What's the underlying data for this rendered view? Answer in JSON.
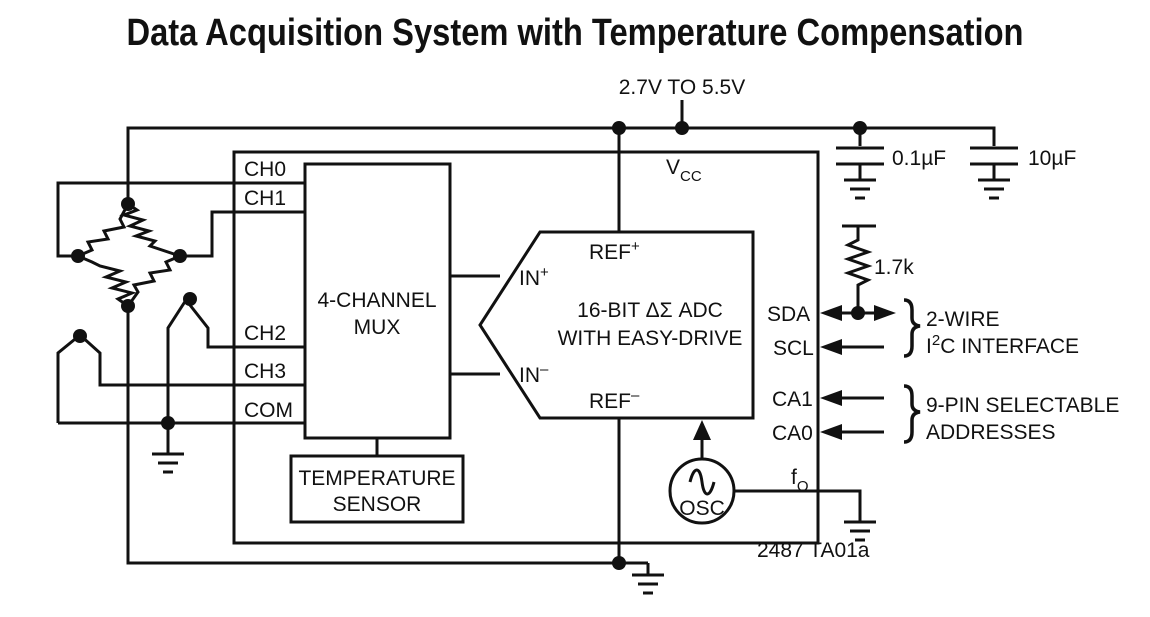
{
  "title": "Data Acquisition System with Temperature Compensation",
  "supply": {
    "label": "2.7V TO 5.5V",
    "vcc_main": "V",
    "vcc_sub": "CC"
  },
  "caps": {
    "c1": "0.1µF",
    "c2": "10µF"
  },
  "resistor": "1.7k",
  "mux": {
    "line1": "4-CHANNEL",
    "line2": "MUX",
    "channels": [
      "CH0",
      "CH1",
      "CH2",
      "CH3",
      "COM"
    ]
  },
  "temp_sensor": {
    "line1": "TEMPERATURE",
    "line2": "SENSOR"
  },
  "adc": {
    "line1": "16-BIT ΔΣ ADC",
    "line2": "WITH EASY-DRIVE",
    "ref_plus": "REF",
    "ref_plus_sup": "+",
    "ref_minus": "REF",
    "ref_minus_sup": "–",
    "in_plus": "IN",
    "in_plus_sup": "+",
    "in_minus": "IN",
    "in_minus_sup": "–"
  },
  "pins": {
    "sda": "SDA",
    "scl": "SCL",
    "ca1": "CA1",
    "ca0": "CA0",
    "fo_main": "f",
    "fo_sub": "O"
  },
  "osc": "OSC",
  "interface": {
    "i2c_line1": "2-WIRE",
    "i2c_line2_pre": "I",
    "i2c_line2_sup": "2",
    "i2c_line2_post": "C INTERFACE",
    "addr_line1": "9-PIN SELECTABLE",
    "addr_line2": "ADDRESSES"
  },
  "part_ref": "2487 TA01a"
}
